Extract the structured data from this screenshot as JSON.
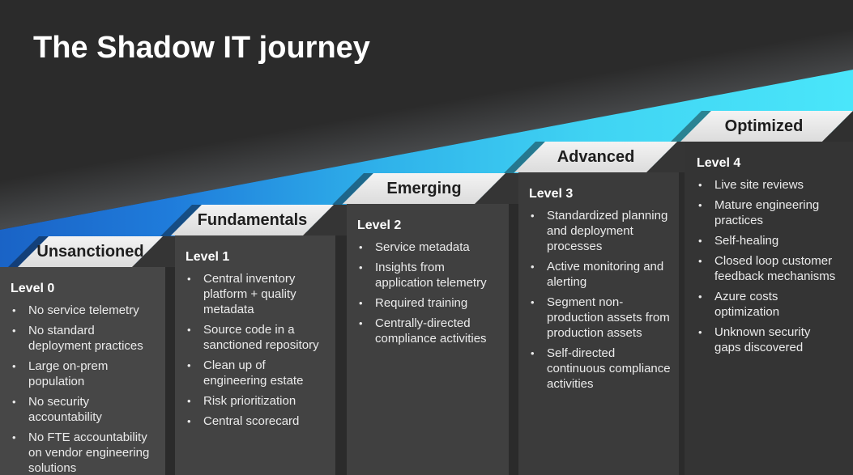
{
  "slide": {
    "title": "The Shadow IT journey"
  },
  "colors": {
    "background": "#2b2b2b",
    "tab_text": "#1e1e1e",
    "heading_text": "#ffffff",
    "bullet_text": "#ebebeb",
    "tab_top": "#f3f3f3",
    "tab_bottom": "#dcdcdc",
    "band": [
      "#1a63c6",
      "#1f7cdb",
      "#2fb2ea",
      "#40d4f3",
      "#4ae6fa"
    ],
    "panels": [
      "#474747",
      "#434343",
      "#404040",
      "#3b3b3b",
      "#343434"
    ]
  },
  "stages": [
    {
      "tab": "Unsanctioned",
      "level": "Level 0",
      "bullets": [
        "No service telemetry",
        "No standard deployment practices",
        "Large on-prem population",
        "No security accountability",
        "No FTE accountability on vendor engineering solutions"
      ]
    },
    {
      "tab": "Fundamentals",
      "level": "Level 1",
      "bullets": [
        "Central inventory platform + quality metadata",
        "Source code in a sanctioned repository",
        "Clean up of engineering estate",
        "Risk prioritization",
        "Central scorecard"
      ]
    },
    {
      "tab": "Emerging",
      "level": "Level 2",
      "bullets": [
        "Service metadata",
        "Insights from application telemetry",
        "Required training",
        "Centrally-directed compliance activities"
      ]
    },
    {
      "tab": "Advanced",
      "level": "Level 3",
      "bullets": [
        "Standardized planning and deployment processes",
        "Active monitoring and alerting",
        "Segment non-production assets from production assets",
        "Self-directed continuous compliance activities"
      ]
    },
    {
      "tab": "Optimized",
      "level": "Level 4",
      "bullets": [
        "Live site reviews",
        "Mature engineering practices",
        "Self-healing",
        "Closed loop customer feedback mechanisms",
        "Azure costs optimization",
        "Unknown security gaps discovered"
      ]
    }
  ]
}
